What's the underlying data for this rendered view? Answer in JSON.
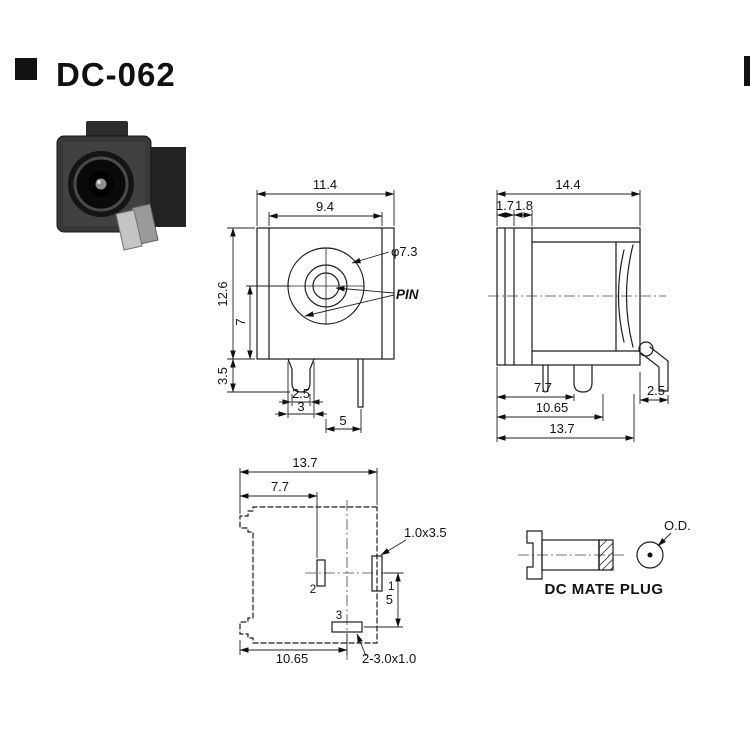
{
  "title": "DC-062",
  "front": {
    "width_outer": "11.4",
    "width_inner": "9.4",
    "height": "12.6",
    "center_to_bottom": "7",
    "pin_length": "3.5",
    "pin_width": "2.5",
    "tab_width": "3",
    "pin_pitch": "5",
    "barrel_dia": "φ7.3",
    "pin_label": "PIN"
  },
  "side": {
    "depth": "14.4",
    "flange1": "1.7",
    "flange2": "1.8",
    "pin_a": "7.7",
    "pin_b": "10.65",
    "pin_c": "13.7",
    "leg_offset": "2.5"
  },
  "layout": {
    "width": "13.7",
    "pin2_offset": "7.7",
    "pin3_offset": "10.65",
    "pin_pitch": "5",
    "hole1": "1.0x3.5",
    "hole3": "2-3.0x1.0",
    "pin1": "1",
    "pin2": "2",
    "pin3": "3"
  },
  "plug": {
    "od": "O.D.",
    "caption": "DC MATE PLUG"
  }
}
